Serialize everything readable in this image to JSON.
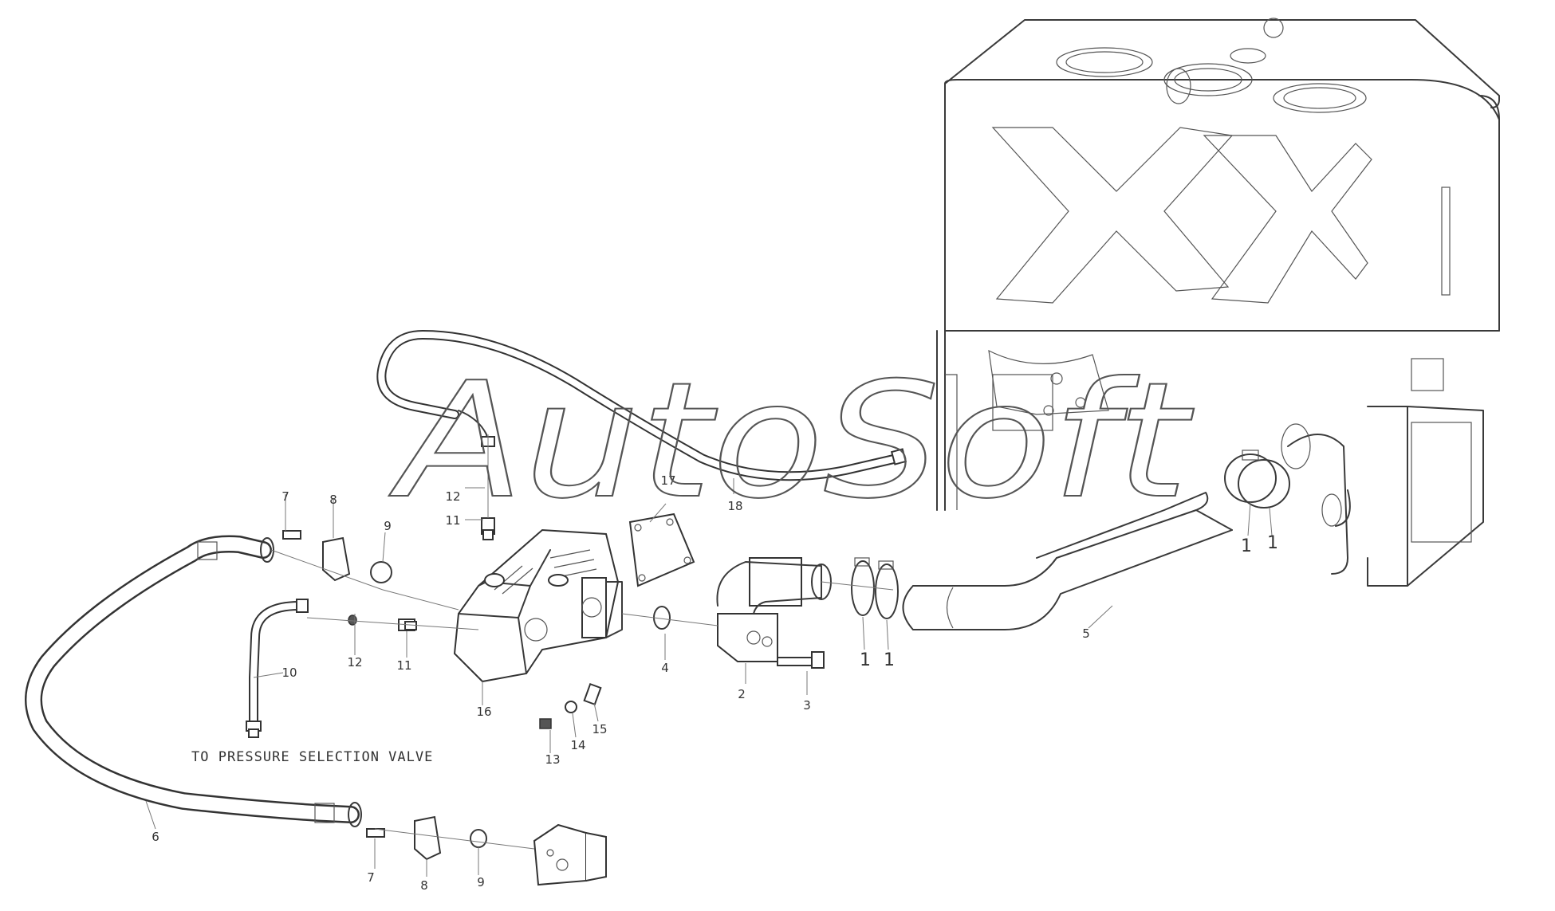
{
  "watermark": "AutoSoft",
  "note": "TO PRESSURE SELECTION VALVE",
  "callouts": {
    "c1a": "1",
    "c1b": "1",
    "c1c": "1",
    "c1d": "1",
    "c2": "2",
    "c3": "3",
    "c4": "4",
    "c5": "5",
    "c6": "6",
    "c7a": "7",
    "c7b": "7",
    "c8a": "8",
    "c8b": "8",
    "c9a": "9",
    "c9b": "9",
    "c10": "10",
    "c11a": "11",
    "c11b": "11",
    "c12a": "12",
    "c12b": "12",
    "c13": "13",
    "c14": "14",
    "c15": "15",
    "c16": "16",
    "c17": "17",
    "c18": "18"
  }
}
